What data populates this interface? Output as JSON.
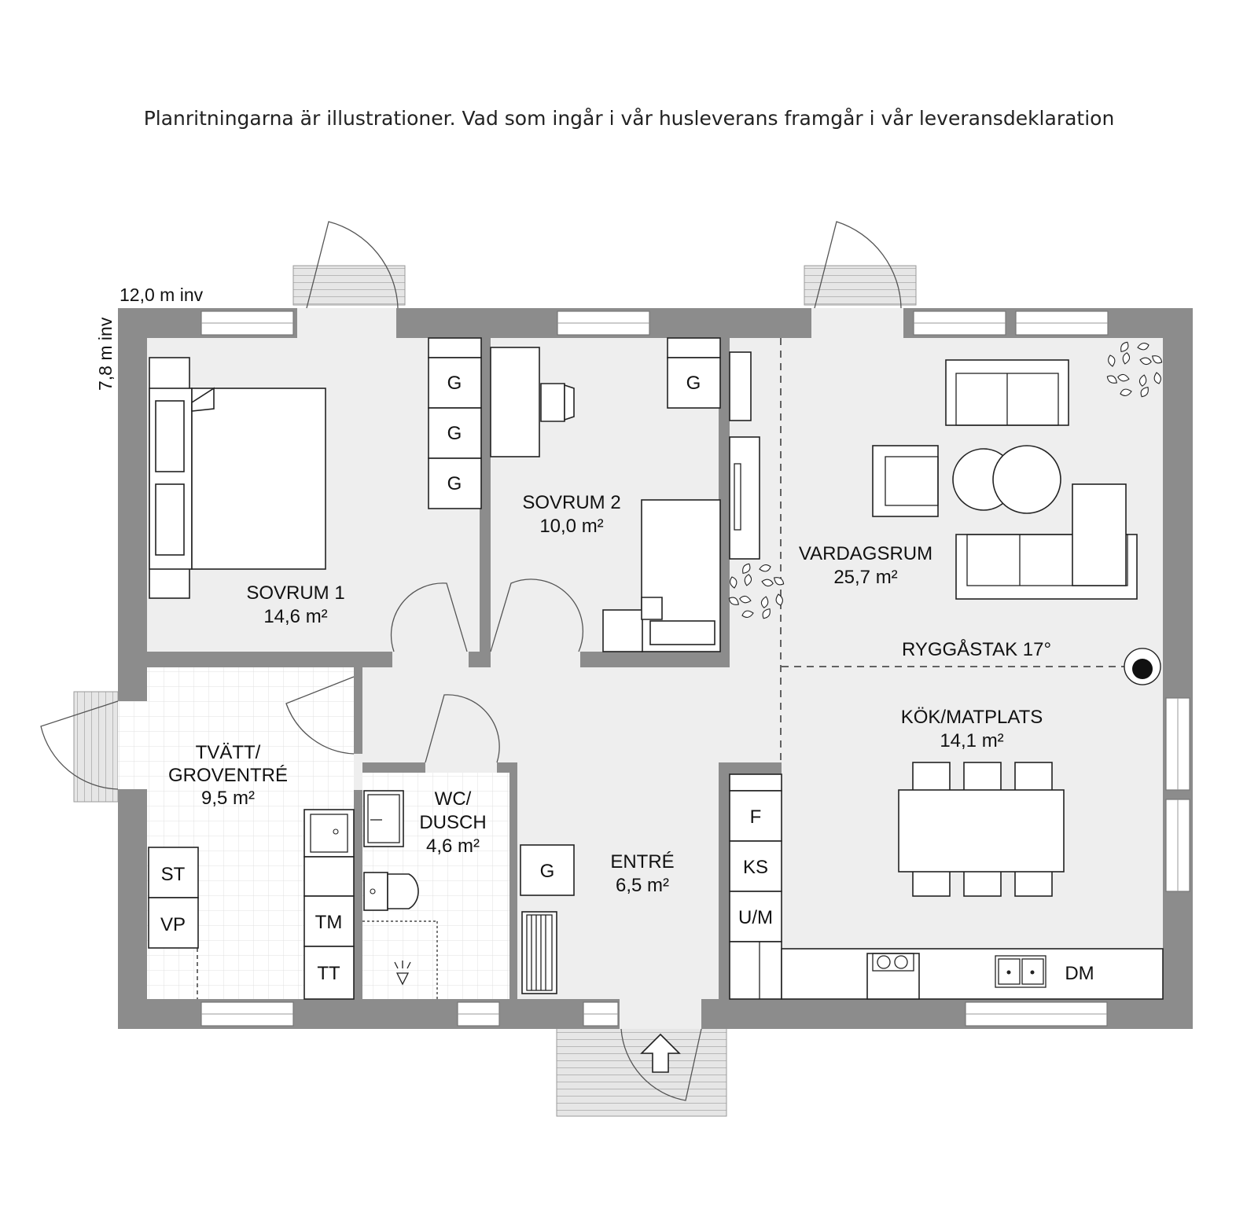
{
  "disclaimer": "Planritningarna är illustrationer. Vad som ingår i vår husleverans framgår i vår leveransdeklaration",
  "dimensions": {
    "width": "12,0 m inv",
    "depth": "7,8 m inv"
  },
  "rooms": {
    "sovrum1": {
      "name": "SOVRUM 1",
      "area": "14,6 m²"
    },
    "sovrum2": {
      "name": "SOVRUM 2",
      "area": "10,0 m²"
    },
    "vardagsrum": {
      "name": "VARDAGSRUM",
      "area": "25,7 m²"
    },
    "tvatt": {
      "name_line1": "TVÄTT/",
      "name_line2": "GROVENTRÉ",
      "area": "9,5 m²"
    },
    "wc": {
      "name_line1": "WC/",
      "name_line2": "DUSCH",
      "area": "4,6 m²"
    },
    "entre": {
      "name": "ENTRÉ",
      "area": "6,5 m²"
    },
    "kok": {
      "name": "KÖK/MATPLATS",
      "area": "14,1 m²"
    }
  },
  "roof_note": "RYGGÅSTAK 17°",
  "fixtures": {
    "wardrobe": "G",
    "stove": "ST",
    "water_heater": "VP",
    "washer": "TM",
    "dryer": "TT",
    "freezer": "F",
    "fridge_freezer": "KS",
    "oven_micro": "U/M",
    "dishwasher": "DM"
  },
  "colors": {
    "wall": "#8c8c8c",
    "floor": "#eeeeee",
    "window": "#ffffff",
    "deck": "#e2e2e2"
  },
  "icons": [
    "entrance-arrow-icon",
    "plant-icon",
    "fireplace-icon",
    "door-swing-icon",
    "window-icon"
  ]
}
